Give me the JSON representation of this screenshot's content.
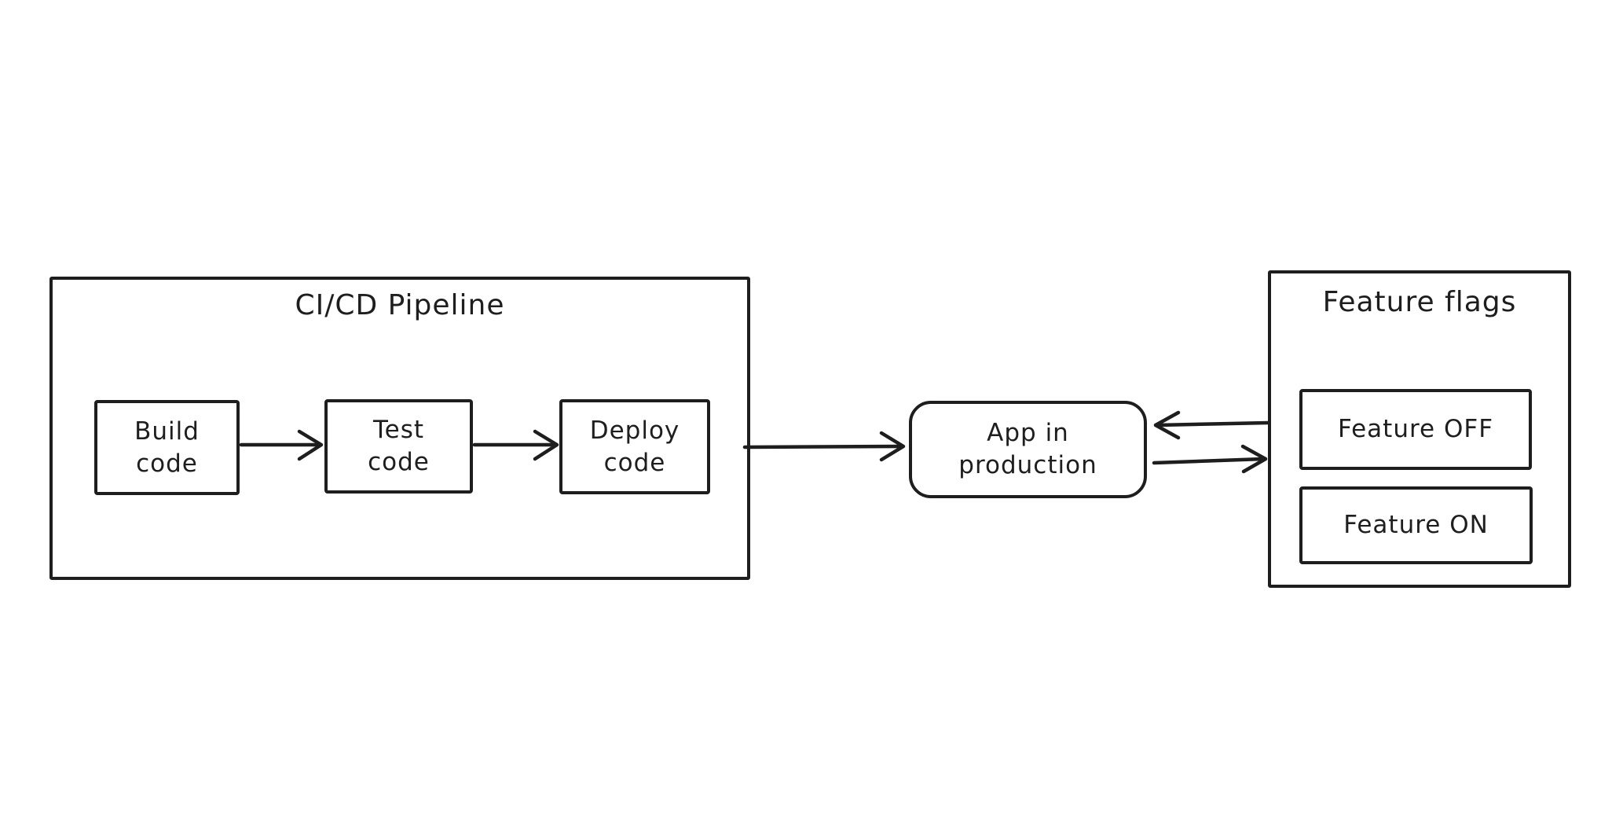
{
  "diagram": {
    "background_color": "#ffffff",
    "stroke_color": "#1e1e1e",
    "pipeline": {
      "title": "CI/CD Pipeline",
      "steps": [
        {
          "id": "build-code",
          "label": "Build\ncode"
        },
        {
          "id": "test-code",
          "label": "Test\ncode"
        },
        {
          "id": "deploy-code",
          "label": "Deploy\ncode"
        }
      ]
    },
    "app": {
      "label": "App in\nproduction"
    },
    "feature_flags": {
      "title": "Feature flags",
      "items": [
        {
          "id": "feature-off",
          "label": "Feature OFF"
        },
        {
          "id": "feature-on",
          "label": "Feature ON"
        }
      ]
    },
    "arrows": [
      {
        "from": "build-code",
        "to": "test-code"
      },
      {
        "from": "test-code",
        "to": "deploy-code"
      },
      {
        "from": "cicd-pipeline",
        "to": "app-in-production"
      },
      {
        "from": "feature-flags",
        "to": "app-in-production"
      },
      {
        "from": "app-in-production",
        "to": "feature-flags"
      }
    ]
  }
}
